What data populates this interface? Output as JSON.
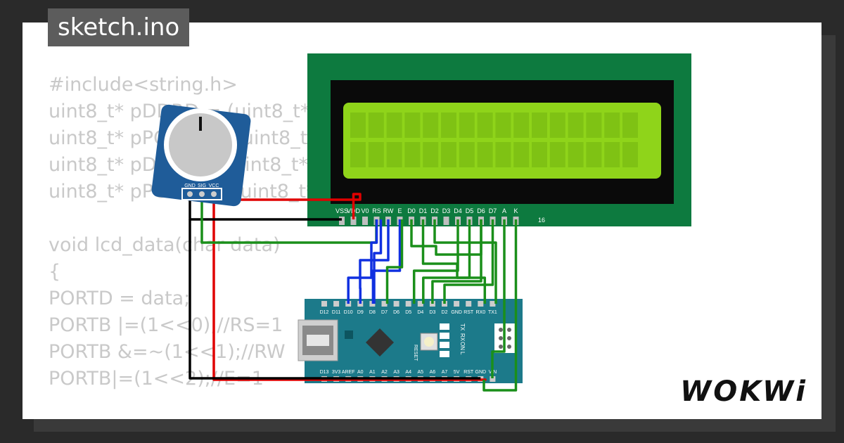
{
  "header": {
    "title": "sketch.ino"
  },
  "code": {
    "lines": [
      "#include<string.h>",
      "uint8_t* pDDRD = (uint8_t*)",
      "uint8_t* pPORTD = (uint8_t*)",
      "uint8_t* pDDRB = (uint8_t*)",
      "uint8_t* pPORTB = (uint8_t*)",
      "",
      "void lcd_data(char data)",
      "{",
      "PORTD = data;",
      "PORTB |=(1<<0);//RS=1",
      "PORTB &=~(1<<1);//RW",
      "PORTB|=(1<<2);//E=1"
    ]
  },
  "lcd": {
    "pins": [
      "VSS",
      "VDD",
      "V0",
      "RS",
      "RW",
      "E",
      "D0",
      "D1",
      "D2",
      "D3",
      "D4",
      "D5",
      "D6",
      "D7",
      "A",
      "K"
    ],
    "pin_count_label": "16",
    "colors": {
      "frame": "#0d7a3f",
      "bezel": "#0a0a0a",
      "screen": "#8fd41a",
      "cell": "#7fc214"
    }
  },
  "potentiometer": {
    "pins": [
      "GND",
      "SIG",
      "VCC"
    ],
    "colors": {
      "board": "#1f5c99",
      "knob": "#c8c8c8"
    }
  },
  "arduino": {
    "top_pins": [
      "D12",
      "D11",
      "D10",
      "D9",
      "D8",
      "D7",
      "D6",
      "D5",
      "D4",
      "D3",
      "D2",
      "GND",
      "RST",
      "RX0",
      "TX1"
    ],
    "bottom_pins": [
      "D13",
      "3V3",
      "AREF",
      "A0",
      "A1",
      "A2",
      "A3",
      "A4",
      "A5",
      "A6",
      "A7",
      "5V",
      "RST",
      "GND",
      "VIN"
    ],
    "labels": {
      "reset": "RESET",
      "tx": "TX",
      "rx": "RX",
      "on": "ON",
      "l": "L"
    },
    "colors": {
      "board": "#1c7a8a"
    }
  },
  "wires": {
    "colors": {
      "red": "#e00000",
      "black": "#000000",
      "green": "#1a8f1a",
      "blue": "#1030e0"
    }
  },
  "brand": {
    "logo_text": "WOKWi"
  }
}
